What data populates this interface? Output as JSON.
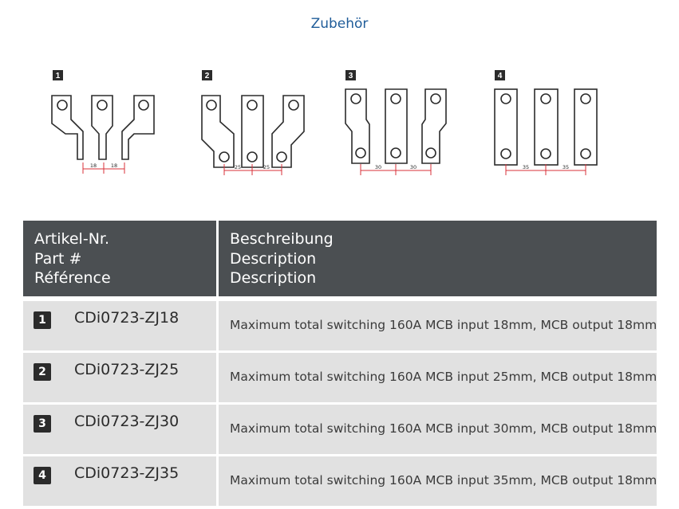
{
  "title": "Zubehör",
  "diagrams": [
    {
      "number": "1",
      "dims": [
        "18",
        "18"
      ]
    },
    {
      "number": "2",
      "dims": [
        "25",
        "25"
      ]
    },
    {
      "number": "3",
      "dims": [
        "30",
        "30"
      ]
    },
    {
      "number": "4",
      "dims": [
        "35",
        "35"
      ]
    }
  ],
  "table": {
    "header_left": [
      "Artikel-Nr.",
      "Part #",
      "Référence"
    ],
    "header_right": [
      "Beschreibung",
      "Description",
      "Description"
    ],
    "rows": [
      {
        "number": "1",
        "code": "CDi0723-ZJ18",
        "description": "Maximum total switching 160A MCB input 18mm, MCB output 18mm"
      },
      {
        "number": "2",
        "code": "CDi0723-ZJ25",
        "description": "Maximum total switching 160A MCB input 25mm, MCB output 18mm"
      },
      {
        "number": "3",
        "code": "CDi0723-ZJ30",
        "description": "Maximum total switching 160A MCB input 30mm, MCB output 18mm"
      },
      {
        "number": "4",
        "code": "CDi0723-ZJ35",
        "description": "Maximum total switching 160A MCB input 35mm, MCB output 18mm"
      }
    ]
  },
  "colors": {
    "title": "#1f5c99",
    "header_bg": "#4b4f52",
    "row_bg": "#e1e1e1",
    "dimension": "#d9303a"
  }
}
